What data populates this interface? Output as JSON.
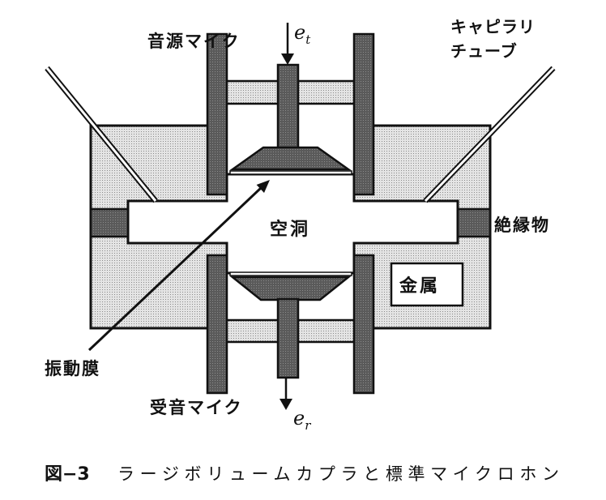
{
  "diagram": {
    "labels": {
      "source_mic": "音源マイク",
      "receiver_mic": "受音マイク",
      "capillary_line1": "キャピラリ",
      "capillary_line2": "チューブ",
      "cavity": "空洞",
      "insulator": "絶縁物",
      "metal": "金属",
      "diaphragm": "振動膜",
      "e_t": {
        "base": "e",
        "sub": "t"
      },
      "e_r": {
        "base": "e",
        "sub": "r"
      }
    },
    "colors": {
      "ink": "#111111",
      "paper": "#ffffff",
      "stipple_bg": "#e4e4e4",
      "stipple_dot": "#8a8a8a",
      "dark_fill": "#5a5a5a",
      "dark_dot": "#8c8c8c"
    }
  },
  "caption": {
    "figure_number": "図−3",
    "title": "ラージボリュームカプラと標準マイクロホン"
  }
}
